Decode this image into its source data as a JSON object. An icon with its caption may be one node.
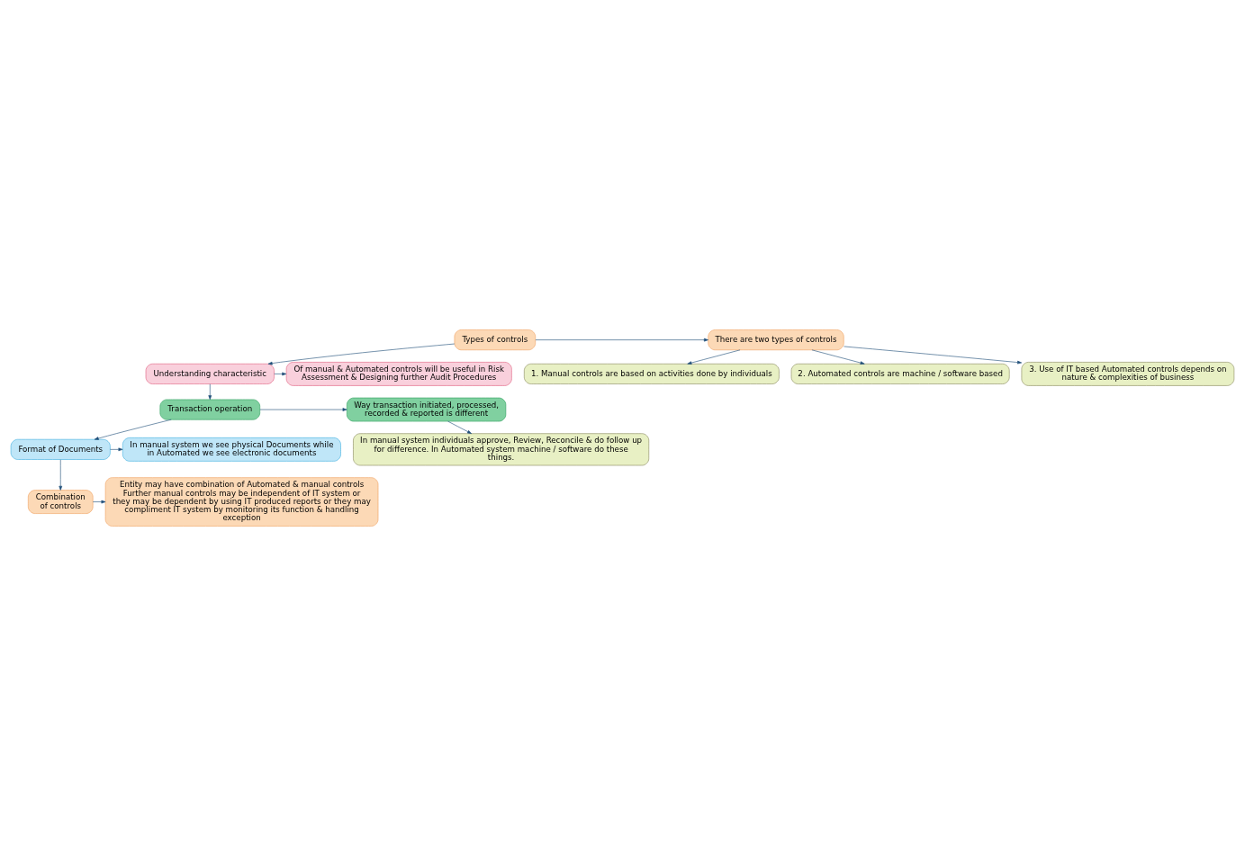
{
  "diagram": {
    "nodes": [
      {
        "text": [
          "Types of controls"
        ]
      },
      {
        "text": [
          "There are two types of controls"
        ]
      },
      {
        "text": [
          "1. Manual controls are based on activities done by individuals"
        ]
      },
      {
        "text": [
          "2. Automated controls are machine / software based"
        ]
      },
      {
        "text": [
          "3. Use of IT based Automated controls depends on nature & complexities of business"
        ]
      },
      {
        "text": [
          "Understanding characteristic"
        ]
      },
      {
        "text": [
          "Of manual & Automated controls will be useful in Risk Assessment & Designing further Audit Procedures"
        ]
      },
      {
        "text": [
          "Transaction operation"
        ]
      },
      {
        "text": [
          "Way transaction initiated, processed, recorded & reported is different"
        ]
      },
      {
        "text": [
          "In manual system individuals approve, Review, Reconcile & do follow up for difference. In Automated system machine / software do these things."
        ]
      },
      {
        "text": [
          "Format of Documents"
        ]
      },
      {
        "text": [
          "In manual system we see physical Documents while in Automated we see electronic documents"
        ]
      },
      {
        "text": [
          "Combination of controls"
        ]
      },
      {
        "text": [
          "Entity may have combination of Automated & manual controls Further manual controls may be independent of IT system or they may be dependent by using IT produced reports or they may compliment IT system by monitoring its function & handling exception"
        ]
      }
    ],
    "edges": [
      {
        "from": 0,
        "to": 1,
        "arrow": "to"
      },
      {
        "from": 1,
        "to": 2,
        "arrow": "to"
      },
      {
        "from": 1,
        "to": 3,
        "arrow": "to"
      },
      {
        "from": 1,
        "to": 4,
        "arrow": "to"
      },
      {
        "from": 0,
        "to": 5,
        "arrow": "to"
      },
      {
        "from": 5,
        "to": 6,
        "arrow": "to"
      },
      {
        "from": 5,
        "to": 7,
        "arrow": "to"
      },
      {
        "from": 7,
        "to": 8,
        "arrow": "to"
      },
      {
        "from": 8,
        "to": 9,
        "arrow": "to"
      },
      {
        "from": 7,
        "to": 10,
        "arrow": "to"
      },
      {
        "from": 10,
        "to": 11,
        "arrow": "to"
      },
      {
        "from": 10,
        "to": 12,
        "arrow": "to"
      },
      {
        "from": 12,
        "to": 13,
        "arrow": "to"
      }
    ]
  }
}
